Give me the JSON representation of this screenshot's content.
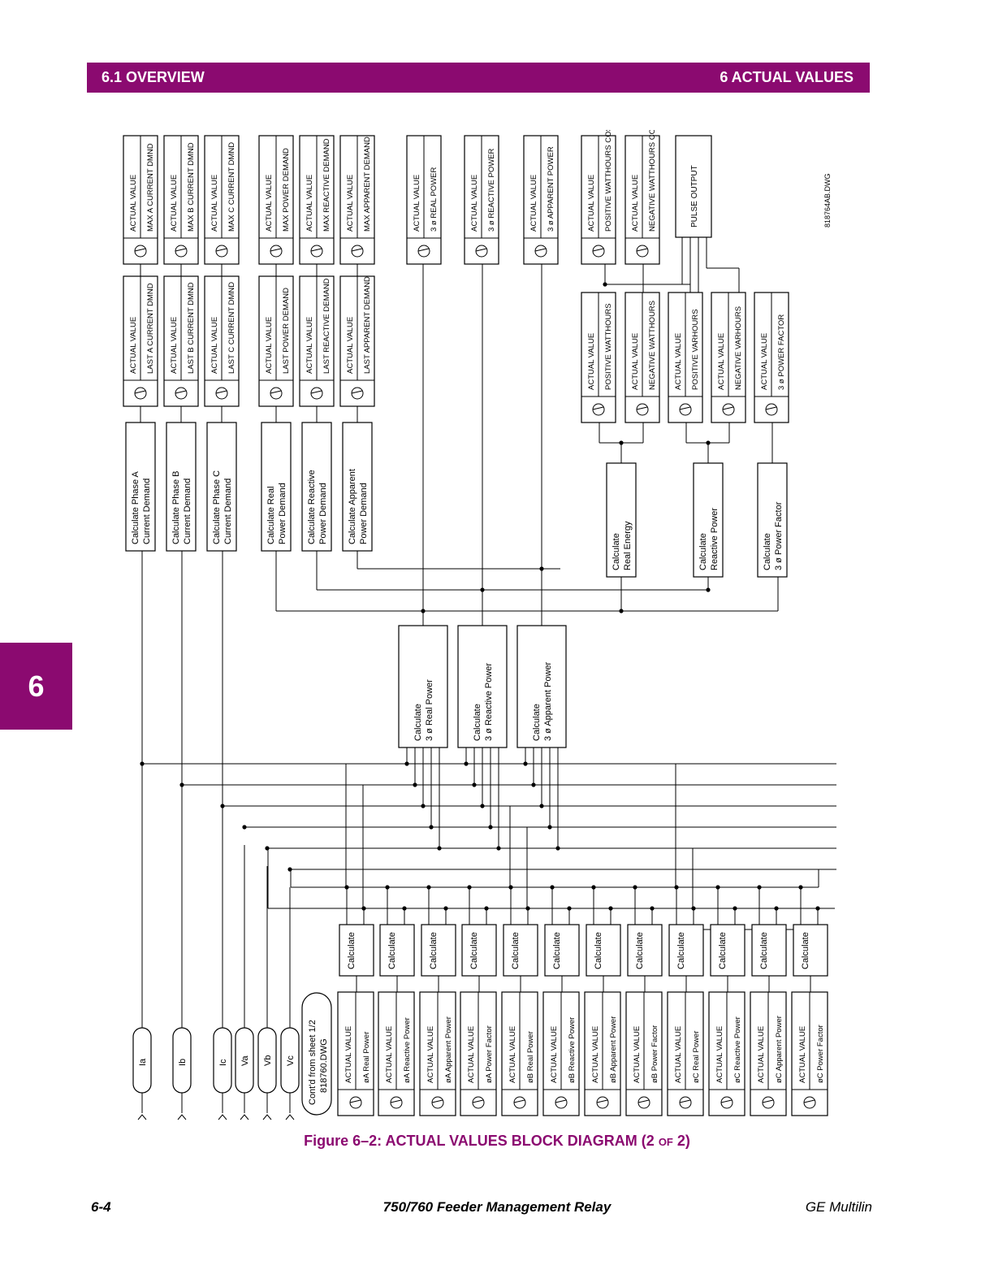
{
  "header": {
    "section": "6.1 OVERVIEW",
    "chapter": "6 ACTUAL VALUES"
  },
  "side_tab": "6",
  "diagram": {
    "drawing_id": "818764AB.DWG",
    "top_row1": [
      [
        "ACTUAL VALUE",
        "MAX A CURRENT DMND"
      ],
      [
        "ACTUAL VALUE",
        "MAX B CURRENT DMND"
      ],
      [
        "ACTUAL VALUE",
        "MAX C CURRENT DMND"
      ],
      [
        "ACTUAL VALUE",
        "MAX POWER DEMAND"
      ],
      [
        "ACTUAL VALUE",
        "MAX REACTIVE DEMAND"
      ],
      [
        "ACTUAL VALUE",
        "MAX APPARENT DEMAND"
      ],
      [
        "ACTUAL VALUE",
        "3 ø REAL POWER"
      ],
      [
        "ACTUAL VALUE",
        "3 ø REACTIVE POWER"
      ],
      [
        "ACTUAL VALUE",
        "3 ø APPARENT POWER"
      ],
      [
        "ACTUAL VALUE",
        "POSITIVE WATTHOURS COST"
      ],
      [
        "ACTUAL VALUE",
        "NEGATIVE WATTHOURS COST"
      ]
    ],
    "pulse_output": "PULSE OUTPUT",
    "top_row2": [
      [
        "ACTUAL VALUE",
        "LAST A CURRENT DMND"
      ],
      [
        "ACTUAL VALUE",
        "LAST B CURRENT DMND"
      ],
      [
        "ACTUAL VALUE",
        "LAST C CURRENT DMND"
      ],
      [
        "ACTUAL VALUE",
        "LAST POWER DEMAND"
      ],
      [
        "ACTUAL VALUE",
        "LAST REACTIVE DEMAND"
      ],
      [
        "ACTUAL VALUE",
        "LAST APPARENT DEMAND"
      ]
    ],
    "energy_row": [
      [
        "ACTUAL VALUE",
        "POSITIVE WATTHOURS"
      ],
      [
        "ACTUAL VALUE",
        "NEGATIVE WATTHOURS"
      ],
      [
        "ACTUAL VALUE",
        "POSITIVE VARHOURS"
      ],
      [
        "ACTUAL VALUE",
        "NEGATIVE VARHOURS"
      ],
      [
        "ACTUAL VALUE",
        "3 ø POWER FACTOR"
      ]
    ],
    "demand_calcs": [
      [
        "Calculate Phase A",
        "Current Demand"
      ],
      [
        "Calculate Phase B",
        "Current Demand"
      ],
      [
        "Calculate Phase C",
        "Current Demand"
      ],
      [
        "Calculate Real",
        "Power Demand"
      ],
      [
        "Calculate Reactive",
        "Power Demand"
      ],
      [
        "Calculate Apparent",
        "Power Demand"
      ]
    ],
    "energy_calcs": [
      [
        "Calculate",
        "Real Energy"
      ],
      [
        "Calculate",
        "Reactive Power"
      ],
      [
        "Calculate",
        "3 ø Power Factor"
      ]
    ],
    "power_calcs": [
      [
        "Calculate",
        "3 ø Real Power"
      ],
      [
        "Calculate",
        "3 ø Reactive Power"
      ],
      [
        "Calculate",
        "3 ø Apparent Power"
      ]
    ],
    "calculate_label": "Calculate",
    "inputs": [
      "Ia",
      "Ib",
      "Ic",
      "Va",
      "Vb",
      "Vc"
    ],
    "contd": [
      "Cont'd from sheet 1/2",
      "818760.DWG"
    ],
    "bottom_values": [
      [
        "ACTUAL VALUE",
        "øA Real Power"
      ],
      [
        "ACTUAL VALUE",
        "øA Reactive Power"
      ],
      [
        "ACTUAL VALUE",
        "øA Apparent Power"
      ],
      [
        "ACTUAL VALUE",
        "øA Power Factor"
      ],
      [
        "ACTUAL VALUE",
        "øB Real Power"
      ],
      [
        "ACTUAL VALUE",
        "øB Reactive Power"
      ],
      [
        "ACTUAL VALUE",
        "øB Apparent Power"
      ],
      [
        "ACTUAL VALUE",
        "øB Power Factor"
      ],
      [
        "ACTUAL VALUE",
        "øC Real Power"
      ],
      [
        "ACTUAL VALUE",
        "øC Reactive Power"
      ],
      [
        "ACTUAL VALUE",
        "øC Apparent Power"
      ],
      [
        "ACTUAL VALUE",
        "øC Power Factor"
      ]
    ]
  },
  "caption": {
    "main": "Figure 6–2: ACTUAL VALUES BLOCK DIAGRAM (2 ",
    "of": "OF",
    "end": " 2)"
  },
  "footer": {
    "page": "6-4",
    "title": "750/760 Feeder Management Relay",
    "company": "GE Multilin"
  }
}
